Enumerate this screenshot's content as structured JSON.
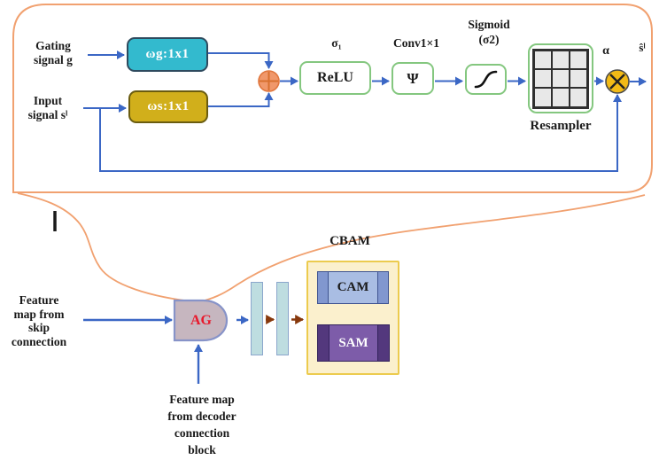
{
  "figure": {
    "ag_detail": {
      "gating_label": [
        "Gating",
        "signal g"
      ],
      "input_label": [
        "Input",
        "signal sˡ"
      ],
      "wg_box": "ωg:1x1",
      "ws_box": "ωs:1x1",
      "sigma1_label": "σ₁",
      "relu_box": "ReLU",
      "conv_label": "Conv1×1",
      "psi_box": "Ψ",
      "sigmoid_label": [
        "Sigmoid",
        "(σ2)"
      ],
      "resampler_label": "Resampler",
      "alpha_label": "α",
      "output_label": "ŝˡ"
    },
    "overview": {
      "skip_label": [
        "Feature",
        "map from",
        "skip",
        "connection"
      ],
      "ag_block": "AG",
      "decoder_label": [
        "Feature map",
        "from decoder",
        "connection",
        "block"
      ],
      "cbam_title": "CBAM",
      "cam_box": "CAM",
      "sam_box": "SAM"
    },
    "icons": {
      "add_icon": "circled-plus",
      "multiply_icon": "circled-times",
      "sigmoid_curve_icon": "s-curve",
      "resampler_grid_icon": "3x3-grid"
    },
    "colors": {
      "arrow_blue": "#3b67c5",
      "arrow_brown": "#87380c",
      "callout_orange": "#f1a170",
      "wg_fill": "#33bace",
      "ws_fill": "#d1af1b",
      "add_fill": "#f0986b",
      "multiply_fill": "#f2ba16",
      "green_box_border": "#84c77f",
      "ag_fill": "#c6b6bf",
      "ag_text_red": "#e8192c",
      "bar_fill": "#bedde0",
      "cbam_bg": "#fbf0cd",
      "cbam_border": "#eccb4e",
      "cam_fill": "#a9bde3",
      "sam_fill": "#7d5ca9"
    }
  }
}
